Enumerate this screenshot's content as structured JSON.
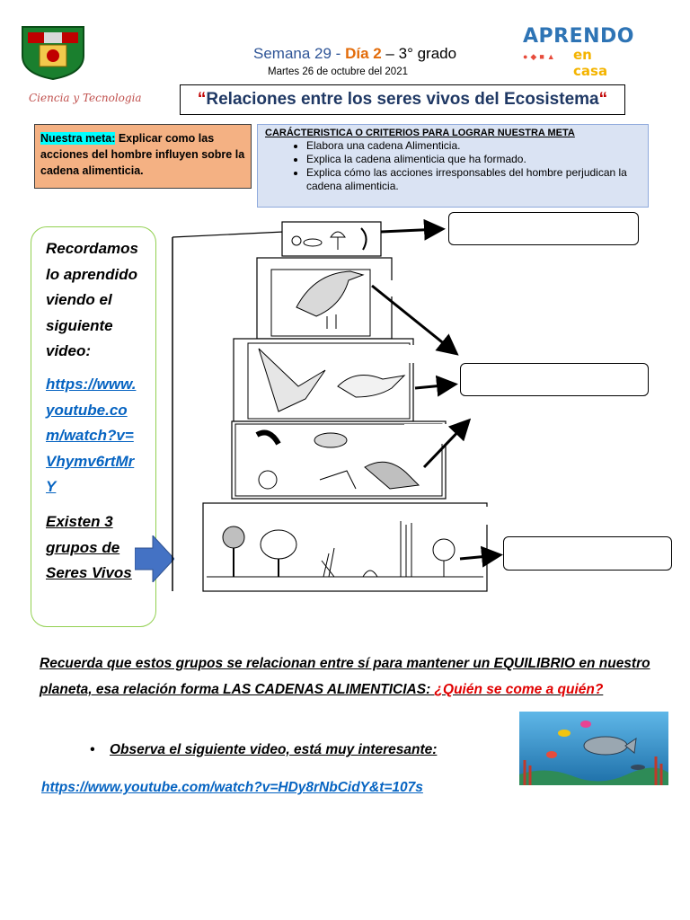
{
  "header": {
    "school_logo_icon": "school-shield-logo",
    "week_label": "Semana 29",
    "sep1": " - ",
    "day_label": "Día 2",
    "sep2": " – ",
    "grade_label": "3° grado",
    "date": "Martes 26 de octubre del  2021",
    "program_logo_line1": "APRENDO",
    "program_logo_line2": "en casa",
    "subject": "Ciencia y Tecnologia",
    "title_open_quote": "“",
    "title": "Relaciones entre los seres vivos del Ecosistema",
    "title_close_quote": "“"
  },
  "goal": {
    "label": "Nuestra meta:",
    "text": " Explicar como las acciones del hombre influyen sobre la cadena alimenticia."
  },
  "criteria": {
    "title": "CARÁCTERISTICA O CRITERIOS PARA LOGRAR NUESTRA  META",
    "items": [
      "Elabora una cadena Alimenticia.",
      "Explica la cadena alimenticia que ha formado.",
      "Explica cómo las acciones irresponsables del hombre perjudican la cadena alimenticia."
    ]
  },
  "sidebar": {
    "intro": "Recordamos lo aprendido viendo el siguiente video:",
    "video_link": "https://www.youtube.com/watch?v=Vhymv6rtMrY",
    "groups_text": "Existen 3 grupos de Seres Vivos"
  },
  "pyramid": {
    "levels": [
      "decomposers",
      "tertiary-consumer",
      "secondary-consumers",
      "primary-consumers",
      "producers"
    ]
  },
  "body": {
    "recuerda_text": "Recuerda que estos grupos se relacionan entre sí para mantener un EQUILIBRIO en nuestro planeta, esa relación forma LAS CADENAS ALIMENTICIAS: ",
    "question": "¿Quién se come a quién?",
    "bullet": "•",
    "observa": "Observa el siguiente video, está muy interesante:",
    "video_link_2": "https://www.youtube.com/watch?v=HDy8rNbCidY&t=107s"
  },
  "colors": {
    "goal_bg": "#f4b183",
    "criteria_bg": "#dae3f3",
    "title_text": "#1f3864",
    "link": "#0563c1",
    "accent_red": "#e00000",
    "frame_green": "#92d050",
    "arrow_blue": "#4472c4"
  }
}
